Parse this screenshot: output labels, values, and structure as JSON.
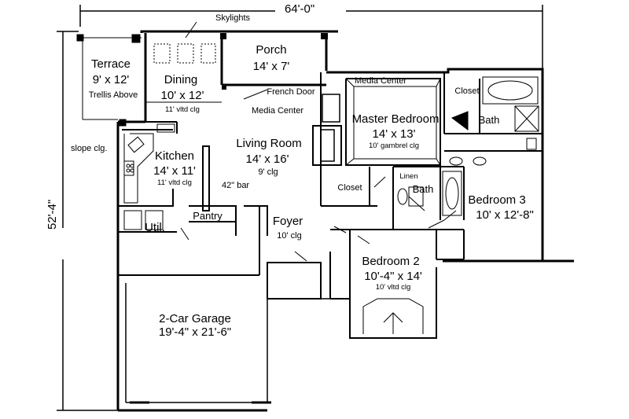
{
  "dimensions": {
    "width": "64'-0\"",
    "depth": "52'-4\""
  },
  "rooms": {
    "terrace": {
      "name": "Terrace",
      "size": "9' x 12'",
      "note": "Trellis Above"
    },
    "dining": {
      "name": "Dining",
      "size": "10' x 12'",
      "ceiling": "11' vltd clg"
    },
    "porch": {
      "name": "Porch",
      "size": "14' x 7'"
    },
    "kitchen": {
      "name": "Kitchen",
      "size": "14' x 11'",
      "ceiling": "11' vltd clg"
    },
    "living": {
      "name": "Living Room",
      "size": "14' x 16'",
      "ceiling": "9' clg"
    },
    "master": {
      "name": "Master Bedroom",
      "size": "14' x 13'",
      "ceiling": "10' gambrel clg"
    },
    "util": {
      "name": "Util."
    },
    "pantry": {
      "name": "Pantry"
    },
    "foyer": {
      "name": "Foyer",
      "ceiling": "10' clg"
    },
    "bedroom2": {
      "name": "Bedroom 2",
      "size": "10'-4\" x 14'",
      "ceiling": "10' vltd clg"
    },
    "bedroom3": {
      "name": "Bedroom 3",
      "size": "10' x 12'-8\""
    },
    "garage": {
      "name": "2-Car Garage",
      "size": "19'-4\" x 21'-6\""
    }
  },
  "annotations": {
    "skylights": "Skylights",
    "french_door": "French Door",
    "media_center_1": "Media Center",
    "media_center_2": "Media Center",
    "slope_clg": "slope clg.",
    "bar": "42\" bar",
    "closet_master": "Closet",
    "closet_bath": "Closet",
    "bath_master": "Bath",
    "linen": "Linen",
    "bath_hall": "Bath"
  }
}
